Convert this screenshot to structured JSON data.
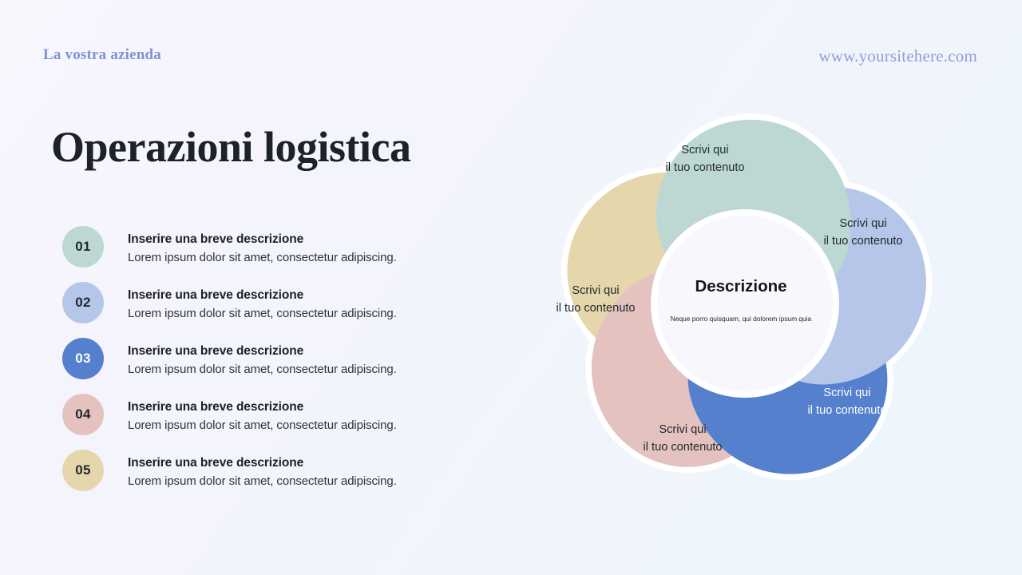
{
  "header": {
    "company": "La vostra azienda",
    "url": "www.yoursitehere.com"
  },
  "title": "Operazioni logistica",
  "colors": {
    "background_start": "#f8f5fd",
    "background_end": "#eef5fd",
    "company_text": "#7d95d3",
    "url_text": "#8e9ed6",
    "title_text": "#1d2128",
    "green": "#bdd8d2",
    "light_blue": "#b6c6e8",
    "dark_blue": "#5580ce",
    "pink": "#e3c2c0",
    "yellow": "#e5d7ab",
    "hub": "#f7f7fd",
    "gap": "#ffffff"
  },
  "steps": [
    {
      "number": "01",
      "title": "Inserire una breve descrizione",
      "description": "Lorem ipsum dolor sit amet, consectetur adipiscing.",
      "color": "#bdd8d2",
      "number_color": "#23282f"
    },
    {
      "number": "02",
      "title": "Inserire una breve descrizione",
      "description": "Lorem ipsum dolor sit amet, consectetur adipiscing.",
      "color": "#b6c6e8",
      "number_color": "#23282f"
    },
    {
      "number": "03",
      "title": "Inserire una breve descrizione",
      "description": "Lorem ipsum dolor sit amet, consectetur adipiscing.",
      "color": "#5580ce",
      "number_color": "#ffffff"
    },
    {
      "number": "04",
      "title": "Inserire una breve descrizione",
      "description": "Lorem ipsum dolor sit amet, consectetur adipiscing.",
      "color": "#e3c2c0",
      "number_color": "#23282f"
    },
    {
      "number": "05",
      "title": "Inserire una breve descrizione",
      "description": "Lorem ipsum dolor sit amet, consectetur adipiscing.",
      "color": "#e5d7ab",
      "number_color": "#23282f"
    }
  ],
  "diagram": {
    "hub_title": "Descrizione",
    "hub_subtitle": "Neque porro quisquam, qui dolorem ipsum quia",
    "petals": [
      {
        "id": "petal-green",
        "line1": "Scrivi qui",
        "line2": "il tuo contenuto",
        "color": "#bdd8d2",
        "text_color": "#23282f"
      },
      {
        "id": "petal-light-blue",
        "line1": "Scrivi qui",
        "line2": "il tuo contenuto",
        "color": "#b6c6e8",
        "text_color": "#23282f"
      },
      {
        "id": "petal-dark-blue",
        "line1": "Scrivi qui",
        "line2": "il tuo contenuto",
        "color": "#5580ce",
        "text_color": "#ffffff"
      },
      {
        "id": "petal-pink",
        "line1": "Scrivi qui",
        "line2": "il tuo contenuto",
        "color": "#e3c2c0",
        "text_color": "#23282f"
      },
      {
        "id": "petal-yellow",
        "line1": "Scrivi qui",
        "line2": "il tuo contenuto",
        "color": "#e5d7ab",
        "text_color": "#23282f"
      }
    ]
  }
}
